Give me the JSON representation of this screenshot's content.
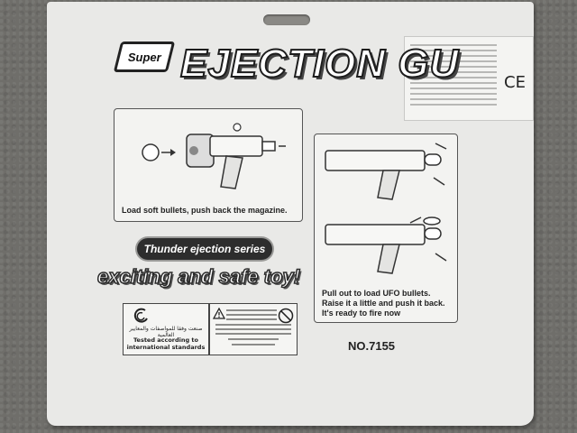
{
  "packaging": {
    "logo_super": "Super",
    "logo_title": "EJECTION GU",
    "series_badge": "Thunder ejection series",
    "slogan": "exciting and safe toy!",
    "model_number": "NO.7155",
    "ce_mark": "CE"
  },
  "instructions": {
    "step1": "Load soft  bullets, push back the magazine.",
    "step2_lines": [
      "Pull out to load UFO bullets.",
      "Raise it a little and push it back.",
      "It's ready to fire now"
    ]
  },
  "certification": {
    "arabic_text": "صنعت وفقا للمواصفات والمعايير العالمية",
    "tested_text": "Tested according to international standards"
  },
  "colors": {
    "background": "#6f6e6a",
    "card": "#e9e9e7",
    "ink": "#222222"
  },
  "icons": [
    "warning-triangle-icon",
    "no-small-parts-icon",
    "ce-mark-icon",
    "cert-swirl-icon"
  ]
}
